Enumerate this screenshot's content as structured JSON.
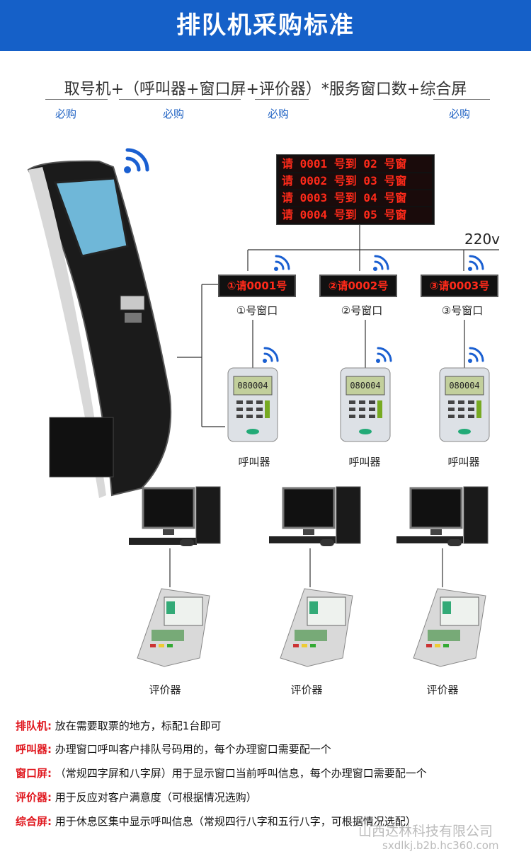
{
  "banner": {
    "title": "排队机采购标准"
  },
  "formula": {
    "text": "取号机+（呼叫器+窗口屏+评价器）*服务窗口数+综合屏",
    "must_labels": [
      "必购",
      "必购",
      "必购",
      "必购"
    ]
  },
  "main_board": {
    "rows": [
      "请 0001 号到 02 号窗",
      "请 0002 号到 03 号窗",
      "请 0003 号到 04 号窗",
      "请 0004 号到 05 号窗"
    ]
  },
  "power": {
    "label": "220v"
  },
  "windows": [
    {
      "screen": "①请0001号",
      "label": "①号窗口",
      "caller_label": "呼叫器",
      "lcd": "080004",
      "evaluator_label": "评价器"
    },
    {
      "screen": "②请0002号",
      "label": "②号窗口",
      "caller_label": "呼叫器",
      "lcd": "080004",
      "evaluator_label": "评价器"
    },
    {
      "screen": "③请0003号",
      "label": "③号窗口",
      "caller_label": "呼叫器",
      "lcd": "080004",
      "evaluator_label": "评价器"
    }
  ],
  "descriptions": [
    {
      "key": "排队机:",
      "value": "放在需要取票的地方，标配1台即可"
    },
    {
      "key": "呼叫器:",
      "value": "办理窗口呼叫客户排队号码用的，每个办理窗口需要配一个"
    },
    {
      "key": "窗口屏:",
      "value": "（常规四字屏和八字屏）用于显示窗口当前呼叫信息，每个办理窗口需要配一个"
    },
    {
      "key": "评价器:",
      "value": "用于反应对客户满意度（可根据情况选购）"
    },
    {
      "key": "综合屏:",
      "value": "用于休息区集中显示呼叫信息（常规四行八字和五行八字，可根据情况选配）"
    }
  ],
  "watermark": {
    "line1": "山西达林科技有限公司",
    "line2": "sxdlkj.b2b.hc360.com"
  },
  "colors": {
    "banner": "#1560c8",
    "accent_red": "#e0161d",
    "must_blue": "#2264c4",
    "led_red": "#ff2a1a"
  }
}
